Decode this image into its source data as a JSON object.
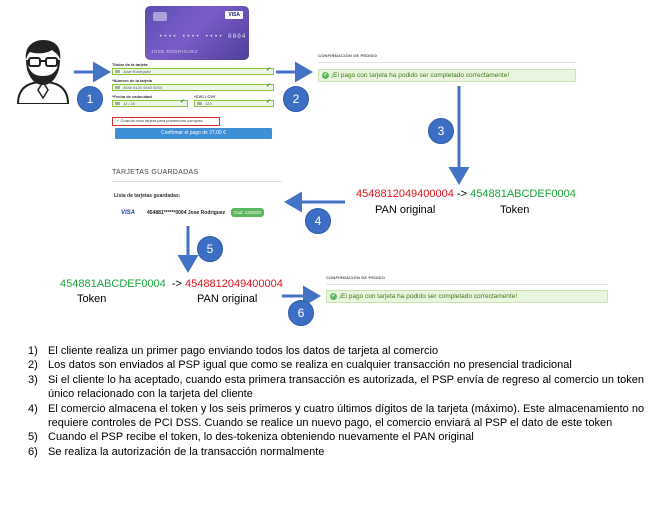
{
  "card": {
    "brand": "VISA",
    "number": "•••• •••• •••• 0004",
    "holder": "JOSE RODRIGUEZ"
  },
  "form": {
    "holder_label": "Titular de la tarjeta",
    "holder_value": "José Rodríguez",
    "number_label": "*Número de la tarjeta",
    "number_value": "4548 8120 4940 0004",
    "expiry_label": "*Fecha de caducidad",
    "expiry_value": "12 / 20",
    "cvv_label": "*CVC / CVV",
    "cvv_value": "123",
    "save_label": "Guardar esta tarjeta para posteriores compras",
    "pay_button": "Confirmar el pago de 27,00 €"
  },
  "confirmation_1": {
    "title": "CONFIRMACIÓN DE PEDIDO",
    "message": "¡El pago con tarjeta ha podido ser completado correctamente!"
  },
  "confirmation_2": {
    "title": "CONFIRMACIÓN DE PEDIDO",
    "message": "¡El pago con tarjeta ha podido ser completado correctamente!"
  },
  "saved_cards": {
    "title": "TARJETAS GUARDADAS",
    "list_label": "Lista de tarjetas guardadas:",
    "brand": "VISA",
    "card_text": "454881******0004 Jose Rodriguez",
    "expiry_badge": "Cad: 12/2020"
  },
  "exchange_1": {
    "pan": "4548812049400004",
    "arrow": "->",
    "token": "454881ABCDEF0004",
    "pan_caption": "PAN original",
    "token_caption": "Token"
  },
  "exchange_2": {
    "token": "454881ABCDEF0004",
    "arrow": "->",
    "pan": "4548812049400004",
    "token_caption": "Token",
    "pan_caption": "PAN original"
  },
  "steps": [
    "1",
    "2",
    "3",
    "4",
    "5",
    "6"
  ],
  "list": [
    {
      "n": "1)",
      "text": "El cliente realiza un primer pago enviando todos los datos de tarjeta al comercio"
    },
    {
      "n": "2)",
      "text": "Los datos son enviados al PSP igual que como se realiza en cualquier transacción no presencial tradicional"
    },
    {
      "n": "3)",
      "text": "Si el cliente lo ha aceptado, cuando esta primera transacción es autorizada, el PSP envía de regreso al comercio un token único relacionado con la tarjeta del cliente"
    },
    {
      "n": "4)",
      "text": "El comercio almacena el token y los seis primeros y cuatro últimos dígitos de la tarjeta (máximo). Este almacenamiento no requiere controles de PCI DSS. Cuando se realice un nuevo pago, el comercio enviará al PSP el dato de este token"
    },
    {
      "n": "5)",
      "text": "Cuando el PSP recibe el token, lo des-tokeniza obteniendo nuevamente el PAN original"
    },
    {
      "n": "6)",
      "text": "Se realiza la autorización de la transacción normalmente"
    }
  ],
  "colors": {
    "arrow": "#4472c4",
    "step_circle": "#3c6fc4",
    "pan": "#e3131b",
    "token": "#19a33a",
    "success_bg": "#eaf5df",
    "button": "#3f8fd6"
  }
}
